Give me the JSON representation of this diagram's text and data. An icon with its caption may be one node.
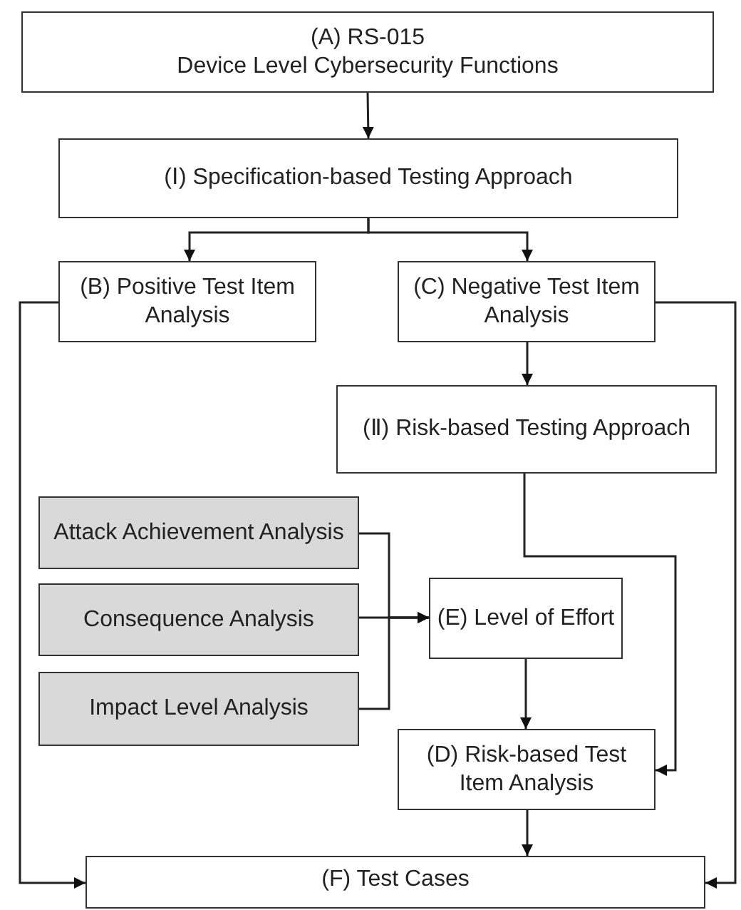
{
  "diagram": {
    "nodes": [
      {
        "text": [
          "(A) RS-015",
          "Device Level Cybersecurity Functions"
        ]
      },
      {
        "text": [
          "(Ⅰ) Specification-based Testing Approach"
        ]
      },
      {
        "text": [
          "(B) Positive Test Item Analysis"
        ]
      },
      {
        "text": [
          "(C) Negative Test Item Analysis"
        ]
      },
      {
        "text": [
          "(Ⅱ) Risk-based Testing Approach"
        ]
      },
      {
        "text": [
          "Attack Achievement Analysis"
        ]
      },
      {
        "text": [
          "Consequence Analysis"
        ]
      },
      {
        "text": [
          "Impact Level Analysis"
        ]
      },
      {
        "text": [
          "(E) Level of Effort"
        ]
      },
      {
        "text": [
          "(D) Risk-based Test Item Analysis"
        ]
      },
      {
        "text": [
          "(F) Test Cases"
        ]
      }
    ],
    "edges": [
      {
        "from": 0,
        "to": 1,
        "arrow": "to"
      },
      {
        "from": 1,
        "to": 2,
        "arrow": "to"
      },
      {
        "from": 1,
        "to": 3,
        "arrow": "to"
      },
      {
        "from": 2,
        "to": 10,
        "arrow": "to"
      },
      {
        "from": 3,
        "to": 10,
        "arrow": "to"
      },
      {
        "from": 3,
        "to": 4,
        "arrow": "to"
      },
      {
        "from": 4,
        "to": 9,
        "arrow": "to"
      },
      {
        "from": 5,
        "to": 8,
        "arrow": "to"
      },
      {
        "from": 6,
        "to": 8,
        "arrow": "to"
      },
      {
        "from": 7,
        "to": 8,
        "arrow": "to"
      },
      {
        "from": 8,
        "to": 9,
        "arrow": "to"
      },
      {
        "from": 9,
        "to": 10,
        "arrow": "to"
      }
    ]
  }
}
